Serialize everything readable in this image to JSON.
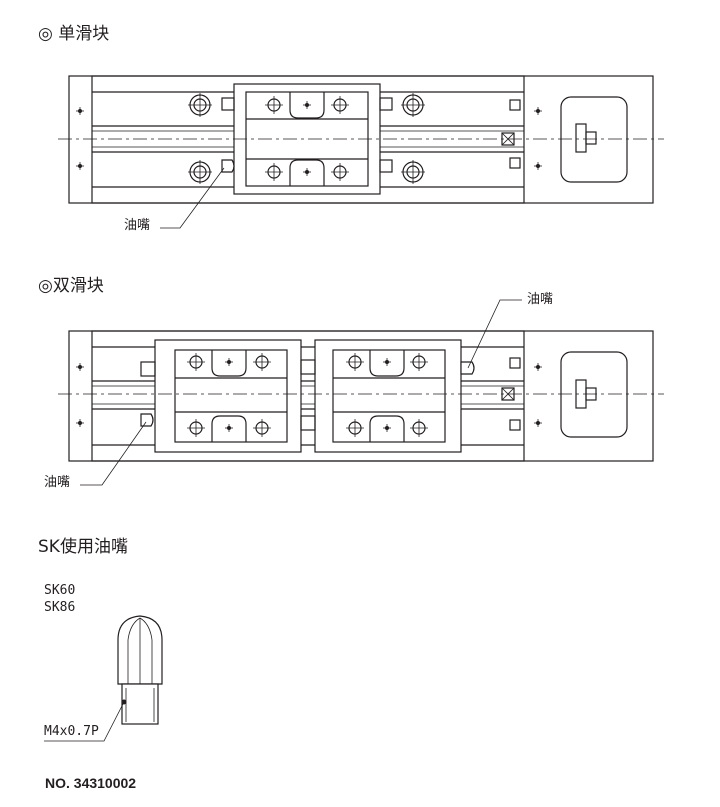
{
  "sections": {
    "single_title": "◎ 单滑块",
    "double_title": "◎双滑块",
    "grease_title": "SK使用油嘴"
  },
  "callouts": {
    "single_nipple": "油嘴",
    "double_nipple_top": "油嘴",
    "double_nipple_bottom": "油嘴"
  },
  "grease_nipple": {
    "models": [
      "SK60",
      "SK86"
    ],
    "thread": "M4x0.7P",
    "part_number": "NO. 34310002"
  },
  "colors": {
    "line": "#231f20",
    "background": "#ffffff"
  }
}
